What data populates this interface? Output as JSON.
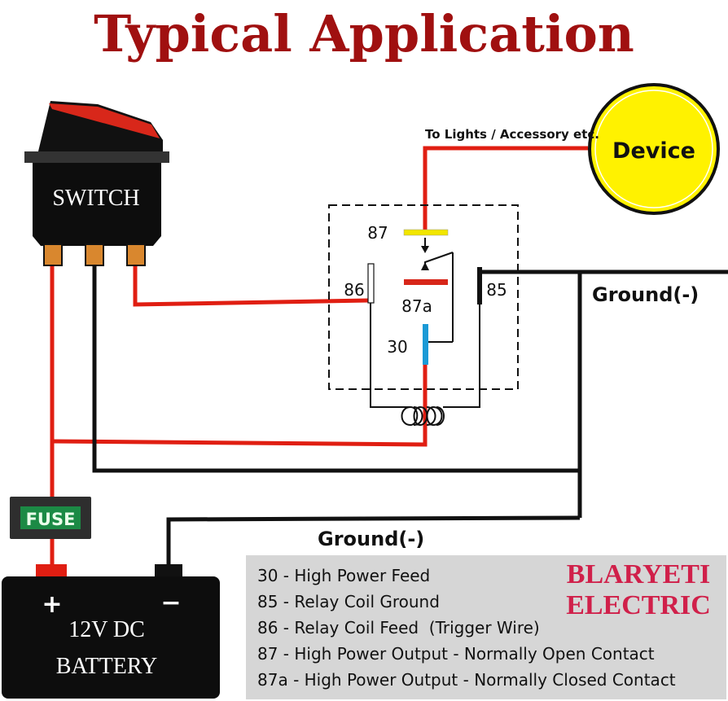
{
  "title": "Typical Application",
  "switch_label": "SWITCH",
  "device_label": "Device",
  "accessory_label": "To Lights / Accessory etc.",
  "fuse_label": "FUSE",
  "battery": {
    "plus": "+",
    "minus": "−",
    "line1": "12V DC",
    "line2": "BATTERY"
  },
  "relay_pins": {
    "p87": "87",
    "p86": "86",
    "p87a": "87a",
    "p85": "85",
    "p30": "30"
  },
  "ground_right": "Ground(-)",
  "ground_bottom": "Ground(-)",
  "brand": {
    "line1": "BLARYETI",
    "line2": "ELECTRIC"
  },
  "legend": [
    "30 - High Power Feed",
    "85 - Relay Coil Ground",
    "86 - Relay Coil Feed  (Trigger Wire)",
    "87 - High Power Output - Normally Open Contact",
    "87a - High Power Output - Normally Closed Contact"
  ],
  "colors": {
    "title": "#a01010",
    "wire_red": "#e01e12",
    "wire_black": "#111111",
    "device_fill": "#fff200",
    "fuse_fill": "#1c8a45",
    "brand": "#d0204a",
    "legend_bg": "#d6d6d6"
  }
}
